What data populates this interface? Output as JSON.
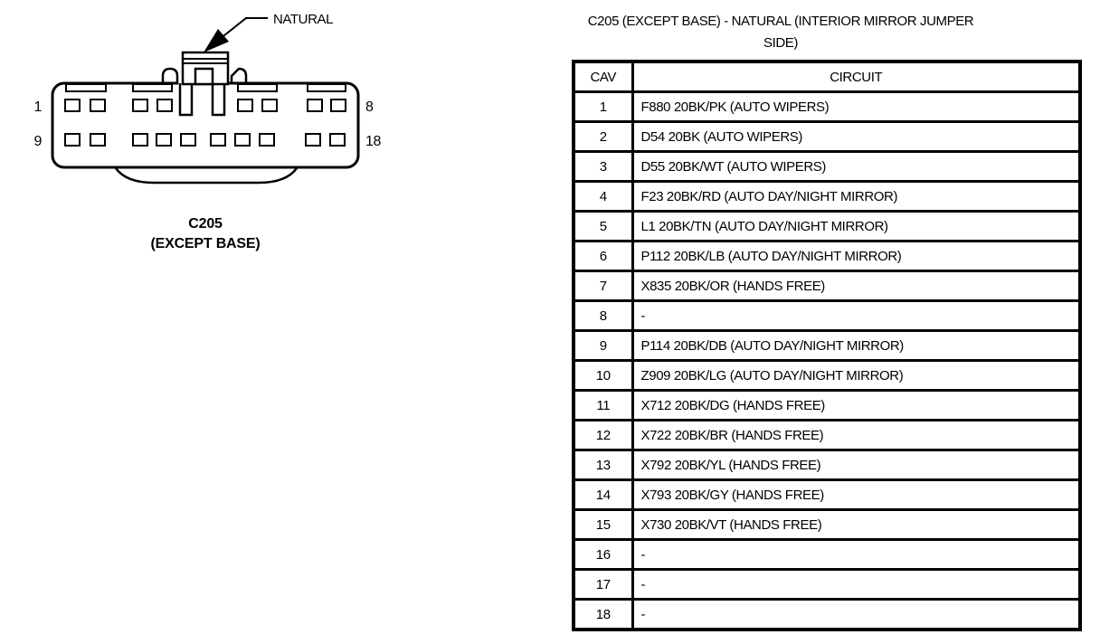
{
  "colors": {
    "ink": "#000000",
    "background": "#ffffff"
  },
  "diagram": {
    "connector_label": "NATURAL",
    "pin_labels": {
      "row1_start": "1",
      "row1_end": "8",
      "row2_start": "9",
      "row2_end": "18"
    },
    "caption_line1": "C205",
    "caption_line2": "(EXCEPT BASE)"
  },
  "table": {
    "title_line1": "C205 (EXCEPT BASE) - NATURAL (INTERIOR MIRROR JUMPER",
    "title_line2": "SIDE)",
    "columns": [
      "CAV",
      "CIRCUIT"
    ],
    "rows": [
      {
        "cav": "1",
        "circuit": "F880 20BK/PK (AUTO WIPERS)"
      },
      {
        "cav": "2",
        "circuit": "D54 20BK (AUTO WIPERS)"
      },
      {
        "cav": "3",
        "circuit": "D55 20BK/WT (AUTO WIPERS)"
      },
      {
        "cav": "4",
        "circuit": "F23 20BK/RD (AUTO DAY/NIGHT MIRROR)"
      },
      {
        "cav": "5",
        "circuit": "L1 20BK/TN (AUTO DAY/NIGHT MIRROR)"
      },
      {
        "cav": "6",
        "circuit": "P112 20BK/LB (AUTO DAY/NIGHT MIRROR)"
      },
      {
        "cav": "7",
        "circuit": "X835 20BK/OR (HANDS FREE)"
      },
      {
        "cav": "8",
        "circuit": "-"
      },
      {
        "cav": "9",
        "circuit": "P114 20BK/DB (AUTO DAY/NIGHT MIRROR)"
      },
      {
        "cav": "10",
        "circuit": "Z909 20BK/LG (AUTO DAY/NIGHT MIRROR)"
      },
      {
        "cav": "11",
        "circuit": "X712 20BK/DG (HANDS FREE)"
      },
      {
        "cav": "12",
        "circuit": "X722 20BK/BR (HANDS FREE)"
      },
      {
        "cav": "13",
        "circuit": "X792 20BK/YL (HANDS FREE)"
      },
      {
        "cav": "14",
        "circuit": "X793 20BK/GY (HANDS FREE)"
      },
      {
        "cav": "15",
        "circuit": "X730 20BK/VT (HANDS FREE)"
      },
      {
        "cav": "16",
        "circuit": "-"
      },
      {
        "cav": "17",
        "circuit": "-"
      },
      {
        "cav": "18",
        "circuit": "-"
      }
    ]
  }
}
